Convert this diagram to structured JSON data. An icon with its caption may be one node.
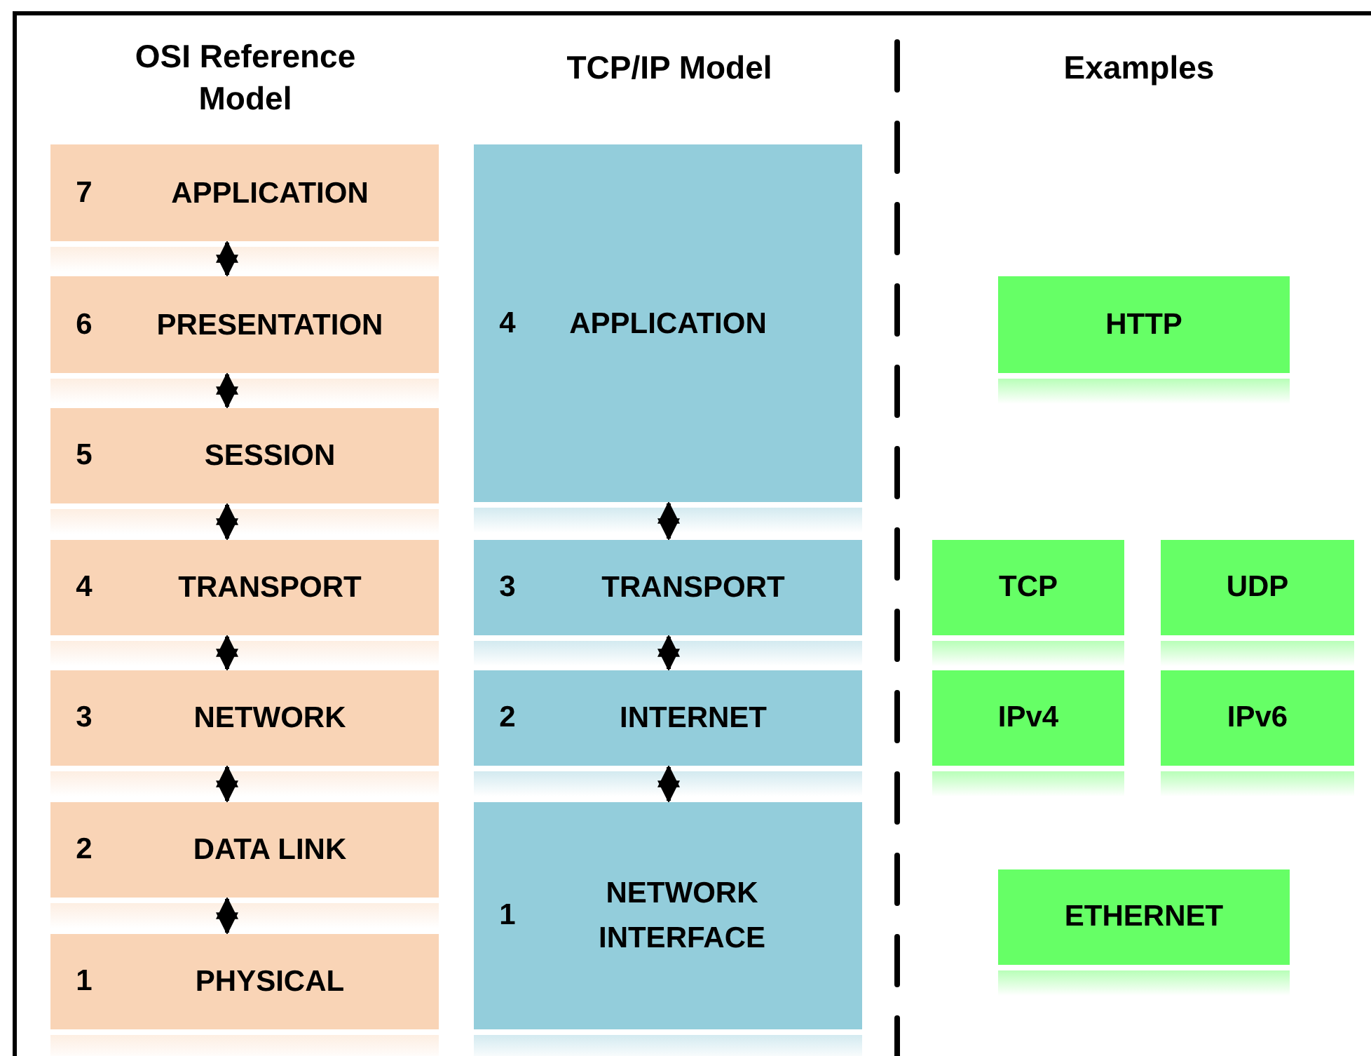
{
  "diagram": {
    "nodes": [
      {
        "text": [
          "7",
          "APPLICATION"
        ]
      },
      {
        "text": [
          "6",
          "PRESENTATION"
        ]
      },
      {
        "text": [
          "5",
          "SESSION"
        ]
      },
      {
        "text": [
          "4",
          "TRANSPORT"
        ]
      },
      {
        "text": [
          "3",
          "NETWORK"
        ]
      },
      {
        "text": [
          "2",
          "DATA LINK"
        ]
      },
      {
        "text": [
          "1",
          "PHYSICAL"
        ]
      },
      {
        "text": [
          "4",
          "APPLICATION"
        ]
      },
      {
        "text": [
          "3",
          "TRANSPORT"
        ]
      },
      {
        "text": [
          "2",
          "INTERNET"
        ]
      },
      {
        "text": [
          "1",
          "NETWORK INTERFACE"
        ]
      },
      {
        "text": [
          "HTTP"
        ]
      },
      {
        "text": [
          "TCP"
        ]
      },
      {
        "text": [
          "UDP"
        ]
      },
      {
        "text": [
          "IPv4"
        ]
      },
      {
        "text": [
          "IPv6"
        ]
      },
      {
        "text": [
          "ETHERNET"
        ]
      }
    ],
    "edges": [
      {
        "from": 0,
        "to": 1,
        "arrow": "both"
      },
      {
        "from": 1,
        "to": 2,
        "arrow": "both"
      },
      {
        "from": 2,
        "to": 3,
        "arrow": "both"
      },
      {
        "from": 3,
        "to": 4,
        "arrow": "both"
      },
      {
        "from": 4,
        "to": 5,
        "arrow": "both"
      },
      {
        "from": 5,
        "to": 6,
        "arrow": "both"
      },
      {
        "from": 7,
        "to": 8,
        "arrow": "both"
      },
      {
        "from": 8,
        "to": 9,
        "arrow": "both"
      },
      {
        "from": 9,
        "to": 10,
        "arrow": "both"
      }
    ],
    "labels": [
      "OSI Reference Model",
      "TCP/IP Model",
      "Examples"
    ]
  }
}
